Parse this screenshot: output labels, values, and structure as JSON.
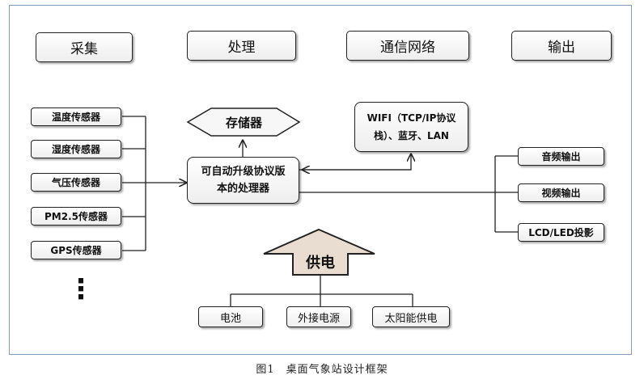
{
  "headers": [
    "采集",
    "处理",
    "通信网络",
    "输出"
  ],
  "sensors": [
    "温度传感器",
    "湿度传感器",
    "气压传感器",
    "PM2.5传感器",
    "GPS传感器"
  ],
  "ellipsis": "⋮",
  "storage": "存储器",
  "processor": {
    "line1": "可自动升级协议版",
    "line2": "本的处理器"
  },
  "network": {
    "line1": "WIFI（TCP/IP协议",
    "line2": "栈）、蓝牙、LAN"
  },
  "outputs": [
    "音频输出",
    "视频输出",
    "LCD/LED投影"
  ],
  "power": {
    "label": "供电",
    "sources": [
      "电池",
      "外接电源",
      "太阳能供电"
    ]
  },
  "caption": "图1　桌面气象站设计框架",
  "colors": {
    "frame": "#7f9db9",
    "arrow_fill": "#e8ddd0"
  }
}
